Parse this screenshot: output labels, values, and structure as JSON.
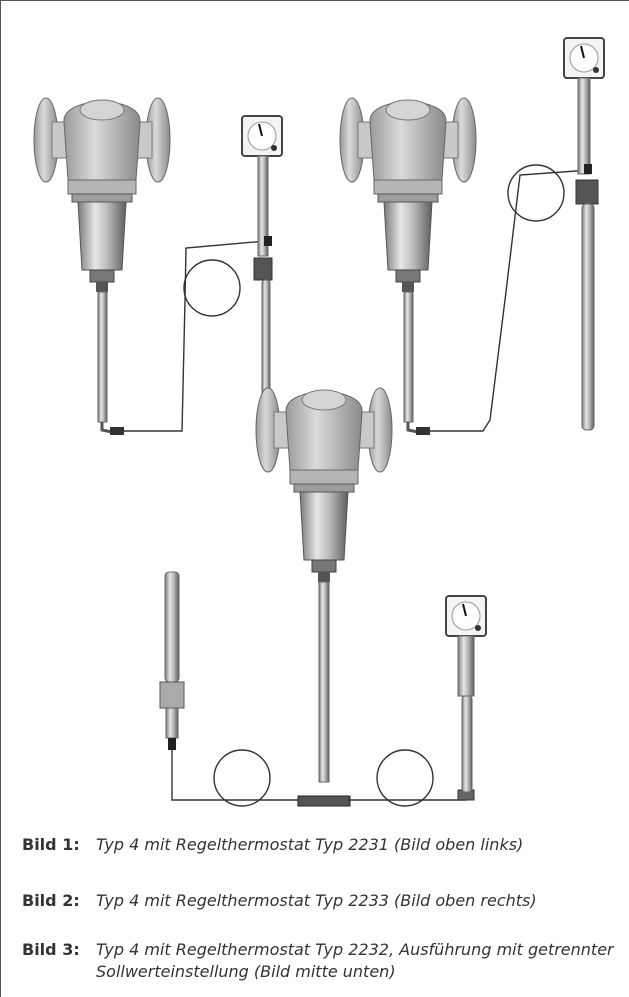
{
  "captions": [
    {
      "label": "Bild 1:",
      "text": "Typ 4 mit Regelthermostat Typ 2231 (Bild oben links)"
    },
    {
      "label": "Bild 2:",
      "text": "Typ 4 mit Regelthermostat Typ 2233 (Bild oben rechts)"
    },
    {
      "label": "Bild 3:",
      "text": "Typ 4 mit Regelthermostat Typ 2232, Ausführung mit getrennter Sollwerteinstellung (Bild mitte unten)"
    }
  ]
}
